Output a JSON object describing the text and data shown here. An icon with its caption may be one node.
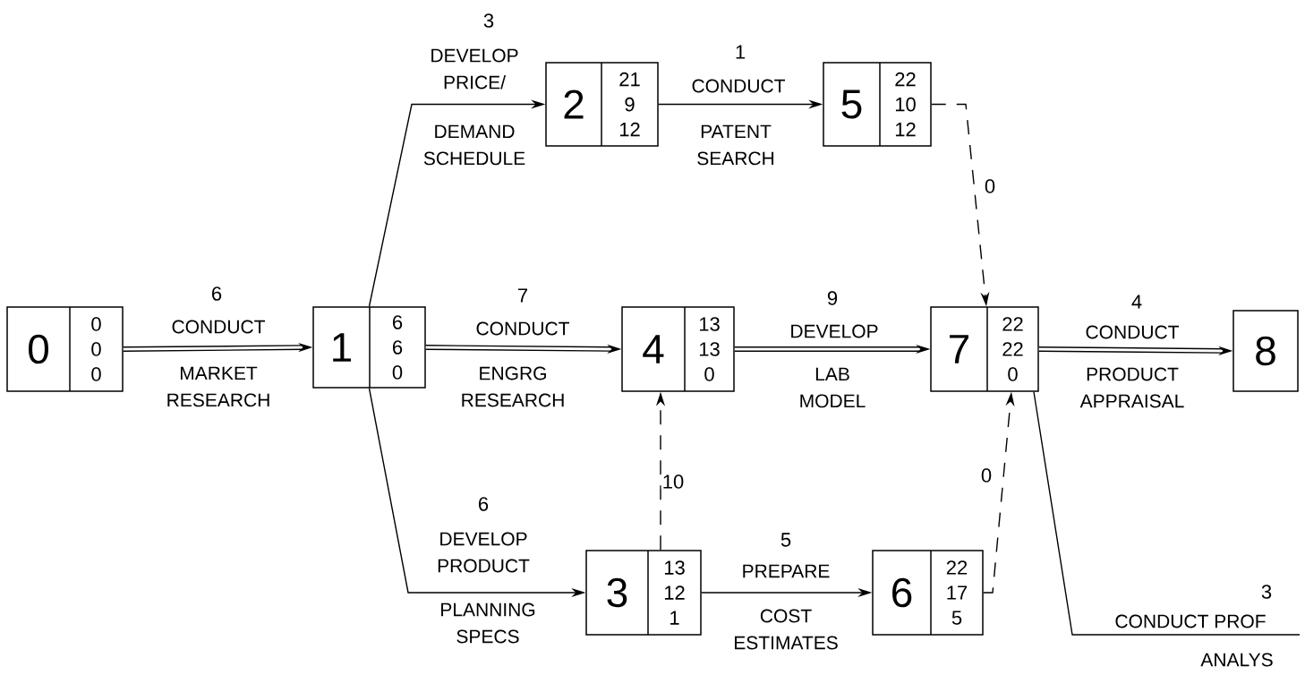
{
  "diagram": {
    "nodes": [
      {
        "text": [
          "0",
          "0",
          "0",
          "0"
        ]
      },
      {
        "text": [
          "1",
          "6",
          "6",
          "0"
        ]
      },
      {
        "text": [
          "2",
          "21",
          "9",
          "12"
        ]
      },
      {
        "text": [
          "3",
          "13",
          "12",
          "1"
        ]
      },
      {
        "text": [
          "4",
          "13",
          "13",
          "0"
        ]
      },
      {
        "text": [
          "5",
          "22",
          "10",
          "12"
        ]
      },
      {
        "text": [
          "6",
          "22",
          "17",
          "5"
        ]
      },
      {
        "text": [
          "7",
          "22",
          "22",
          "0"
        ]
      },
      {
        "text": [
          "8"
        ]
      }
    ],
    "edges": [
      {
        "from": 0,
        "to": 1,
        "arrow": "to",
        "label": "6",
        "style": "thick"
      },
      {
        "from": 1,
        "to": 2,
        "arrow": "to",
        "label": "3"
      },
      {
        "from": 1,
        "to": 4,
        "arrow": "to",
        "label": "7",
        "style": "thick"
      },
      {
        "from": 1,
        "to": 3,
        "arrow": "to",
        "label": "6"
      },
      {
        "from": 2,
        "to": 5,
        "arrow": "to",
        "label": "1"
      },
      {
        "from": 5,
        "to": 7,
        "arrow": "to",
        "label": "0",
        "style": "dashed"
      },
      {
        "from": 4,
        "to": 7,
        "arrow": "to",
        "label": "9",
        "style": "thick"
      },
      {
        "from": 3,
        "to": 4,
        "arrow": "to",
        "label": "10",
        "style": "dashed"
      },
      {
        "from": 3,
        "to": 6,
        "arrow": "to",
        "label": "5"
      },
      {
        "from": 6,
        "to": 7,
        "arrow": "to",
        "label": "0",
        "style": "dashed"
      },
      {
        "from": 7,
        "to": null,
        "arrow": "none",
        "label": "3"
      },
      {
        "from": 7,
        "to": 8,
        "arrow": "to",
        "label": "4",
        "style": "thick"
      }
    ],
    "labels": [
      "DEVELOP PRICE/",
      "CONDUCT",
      "DEMAND SCHEDULE",
      "PATENT SEARCH",
      "CONDUCT",
      "CONDUCT",
      "DEVELOP",
      "CONDUCT",
      "MARKET RESEARCH",
      "ENGRG RESEARCH",
      "LAB MODEL",
      "PRODUCT APPRAISAL",
      "DEVELOP PRODUCT",
      "PREPARE",
      "CONDUCT PROF",
      "PLANNING SPECS",
      "COST ESTIMATES",
      "ANALYS"
    ]
  }
}
